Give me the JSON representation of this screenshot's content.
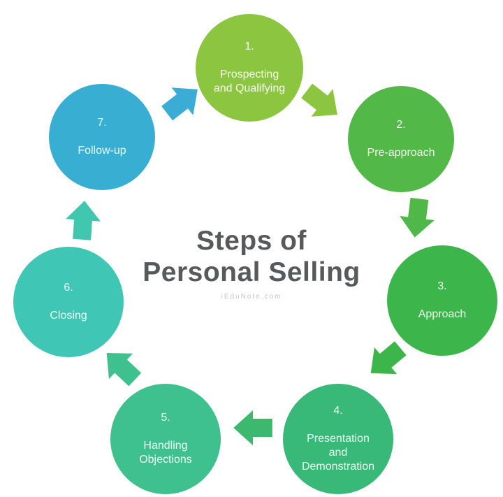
{
  "title": {
    "line1": "Steps of",
    "line2": "Personal Selling",
    "watermark": "iEduNote.com",
    "text_color": "#58595B",
    "watermark_color": "#C3C3C3"
  },
  "steps": [
    {
      "number": "1.",
      "label": "Prospecting\nand Qualifying",
      "color": "#8CC540"
    },
    {
      "number": "2.",
      "label": "Pre-approach",
      "color": "#52B848"
    },
    {
      "number": "3.",
      "label": "Approach",
      "color": "#3CB54A"
    },
    {
      "number": "4.",
      "label": "Presentation\nand\nDemonstration",
      "color": "#39B977"
    },
    {
      "number": "5.",
      "label": "Handling\nObjections",
      "color": "#3FC08F"
    },
    {
      "number": "6.",
      "label": "Closing",
      "color": "#40C6B4"
    },
    {
      "number": "7.",
      "label": "Follow-up",
      "color": "#39AED3"
    }
  ],
  "arrows": [
    {
      "name": "arrow-1-to-2",
      "color": "#8CC540"
    },
    {
      "name": "arrow-2-to-3",
      "color": "#4FB848"
    },
    {
      "name": "arrow-3-to-4",
      "color": "#3CB54A"
    },
    {
      "name": "arrow-4-to-5",
      "color": "#3CB96E"
    },
    {
      "name": "arrow-5-to-6",
      "color": "#3FC08F"
    },
    {
      "name": "arrow-6-to-7",
      "color": "#41C6B0"
    },
    {
      "name": "arrow-7-to-1",
      "color": "#3AACD6"
    }
  ]
}
